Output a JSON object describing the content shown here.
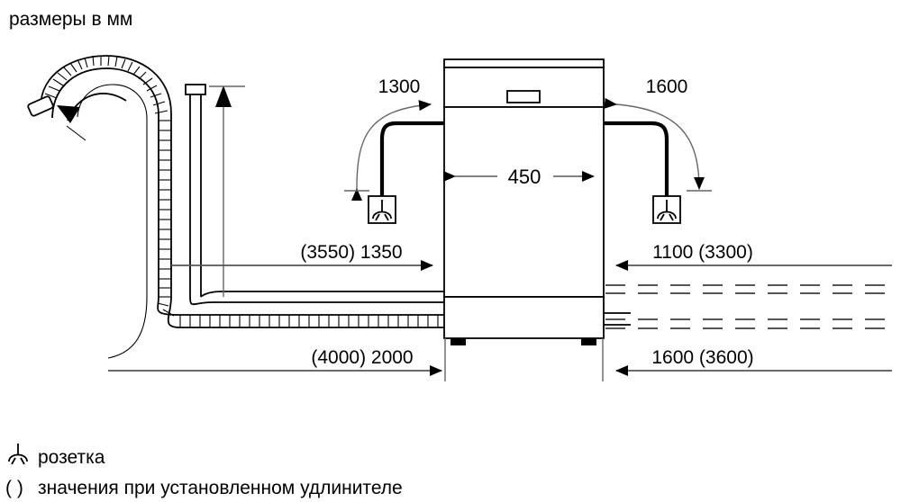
{
  "header": {
    "title": "размеры в мм"
  },
  "appliance": {
    "name": "dishwasher",
    "width_label": "450",
    "display_panel": "control-display"
  },
  "dimensions": {
    "top_left": "1300",
    "top_right": "1600",
    "mid_left": "(3550) 1350",
    "mid_right": "1100 (3300)",
    "bottom_left": "(4000) 2000",
    "bottom_right": "1600 (3600)",
    "appliance_width": "450"
  },
  "sockets": [
    {
      "id": "socket-left",
      "icon": "socket-icon"
    },
    {
      "id": "socket-right",
      "icon": "socket-icon"
    }
  ],
  "hoses": {
    "drain_hose": "corrugated-drain-hose",
    "inlet_hose": "water-inlet-hose",
    "right_lines": "dashed-hose-lines"
  },
  "legend": {
    "items": [
      {
        "icon": "socket-icon",
        "label": "розетка"
      },
      {
        "icon": "parentheses-marker",
        "symbol": "( )",
        "label": "значения при установленном удлинителе"
      }
    ]
  },
  "colors": {
    "line": "#000000",
    "dimension_line": "#555555",
    "background": "#ffffff"
  }
}
